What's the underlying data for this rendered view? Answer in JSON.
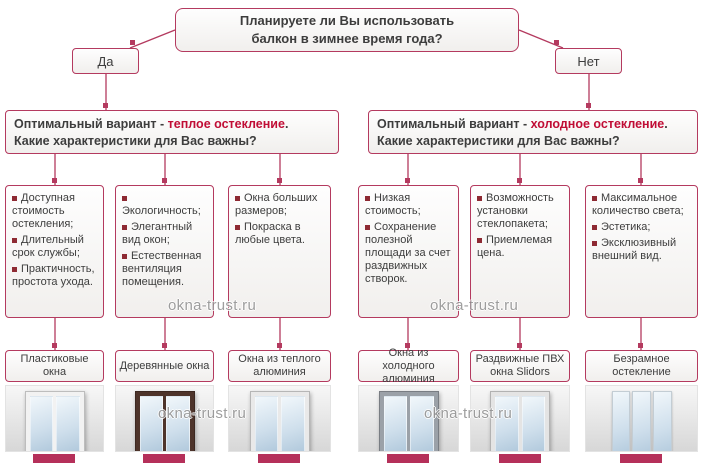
{
  "watermark": "okna-trust.ru",
  "colors": {
    "accent": "#b43a5f",
    "highlight": "#c00d35",
    "bullet": "#8e2a33",
    "text": "#3d3d3d"
  },
  "question": {
    "line1": "Планируете ли Вы использовать",
    "line2": "балкон в зимнее время года?"
  },
  "answers": {
    "yes": "Да",
    "no": "Нет"
  },
  "branches": [
    {
      "intro": "Оптимальный вариант - ",
      "highlight": "теплое остекление",
      "after": ".",
      "question": "Какие характеристики для Вас важны?"
    },
    {
      "intro": "Оптимальный вариант - ",
      "highlight": "холодное остекление",
      "after": ".",
      "question": "Какие характеристики для Вас важны?"
    }
  ],
  "criteria": [
    {
      "items": [
        "Доступная стоимость остекления;",
        "Длительный срок службы;",
        "Практичность, простота ухода."
      ]
    },
    {
      "items": [
        "Экологичность;",
        "Элегантный вид окон;",
        "Естественная вентиляция помещения."
      ]
    },
    {
      "items": [
        "Окна больших размеров;",
        "Покраска в любые цвета."
      ]
    },
    {
      "items": [
        "Низкая стоимость;",
        "Сохранение полезной площади за счет раздвижных створок."
      ]
    },
    {
      "items": [
        "Возможность установки стеклопакета;",
        "Приемлемая цена."
      ]
    },
    {
      "items": [
        "Максимальное количество света;",
        "Эстетика;",
        "Эксклюзивный внешний вид."
      ]
    }
  ],
  "products": [
    {
      "label": "Пластиковые окна",
      "frame": "#f2f2f2"
    },
    {
      "label": "Деревянные окна",
      "frame": "#4e342b"
    },
    {
      "label": "Окна из теплого алюминия",
      "frame": "#e9e9e9"
    },
    {
      "label": "Окна из холодного алюминия",
      "frame": "#9ba1a8"
    },
    {
      "label": "Раздвижные ПВХ окна Slidors",
      "frame": "#e4e4e4"
    },
    {
      "label": "Безрамное остекление"
    }
  ]
}
